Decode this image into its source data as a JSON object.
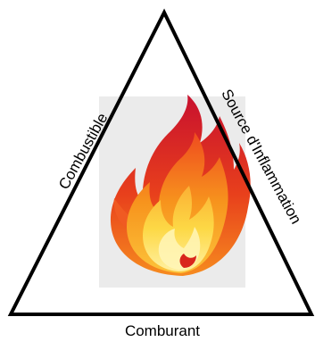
{
  "triangle": {
    "left_side_label": "Combustible",
    "right_side_label": "Source d'Inflammation",
    "bottom_label": "Comburant"
  },
  "colors": {
    "outline": "#000000",
    "flame_panel": "#e9e9e9",
    "flame_outer": "#d8191c",
    "flame_mid": "#f47a20",
    "flame_inner": "#fbd23c",
    "flame_core": "#fff3a6"
  },
  "icons": {
    "center": "fire-icon"
  }
}
